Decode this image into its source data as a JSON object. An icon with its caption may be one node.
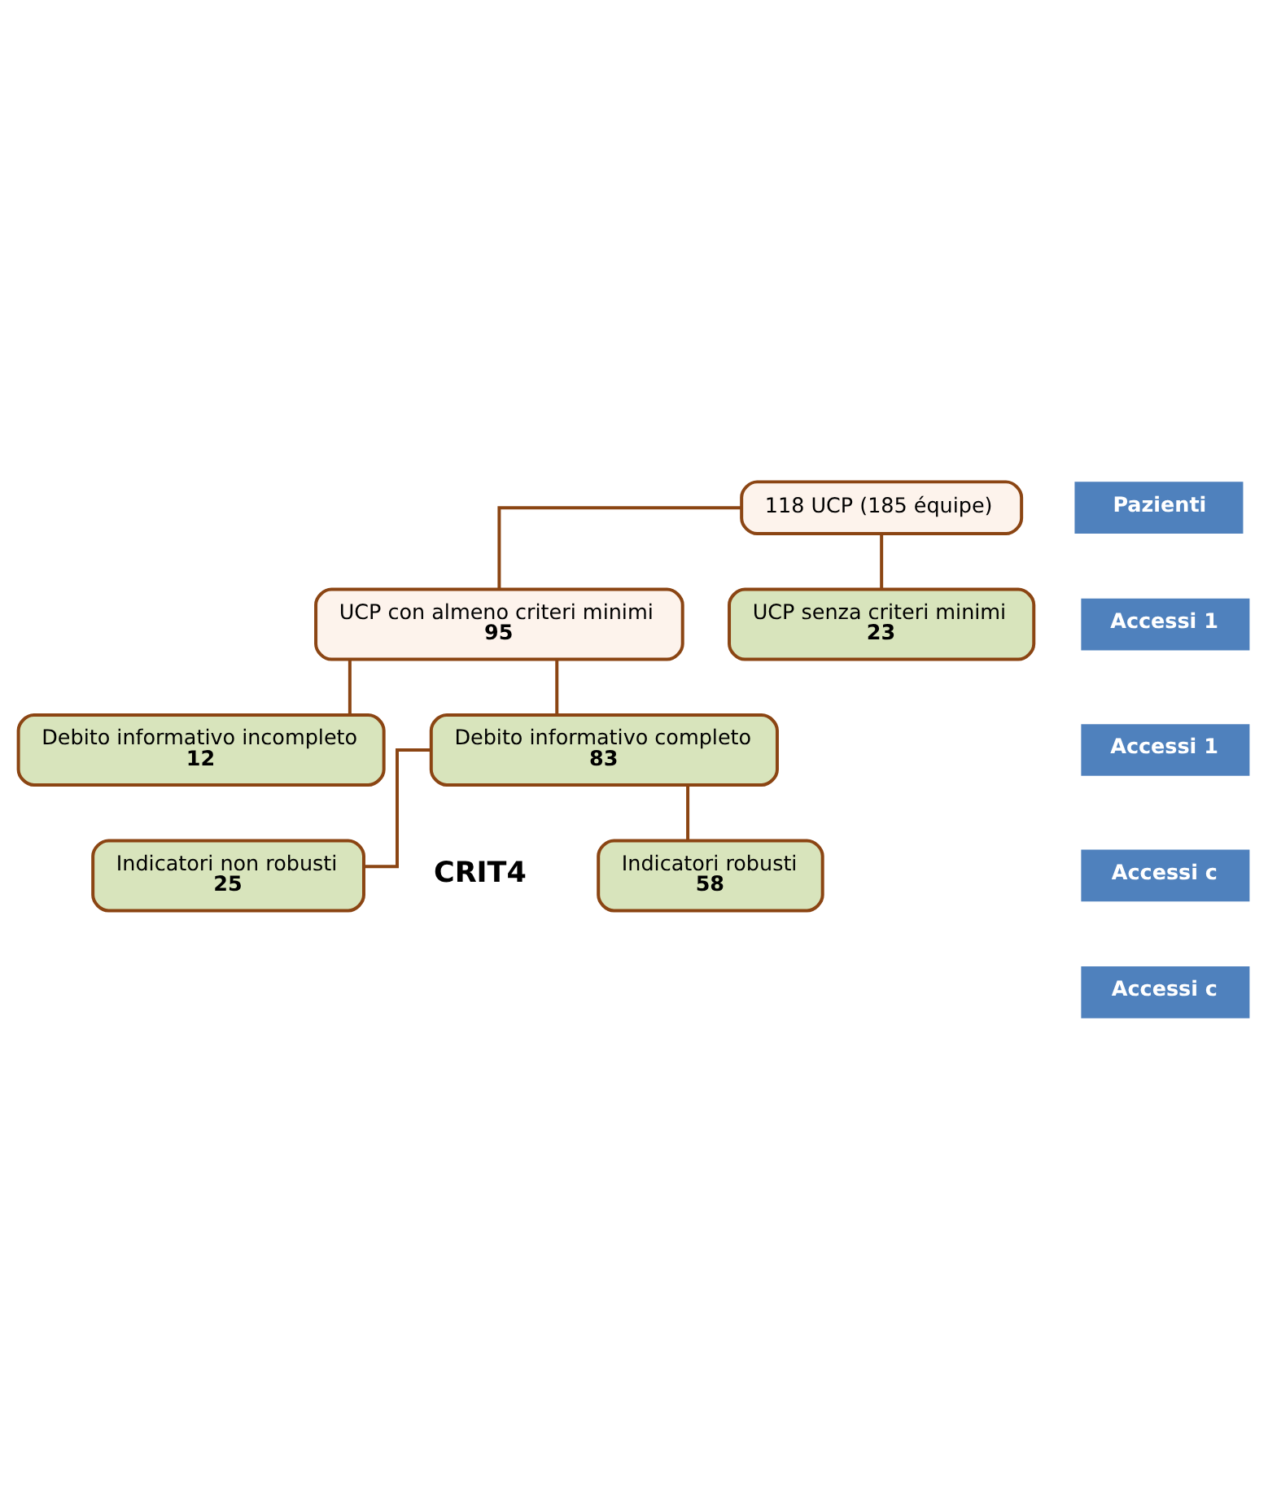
{
  "diagram": {
    "nodes": [
      {
        "text": [
          "118 UCP (185 équipe)"
        ]
      },
      {
        "text": [
          "UCP con almeno criteri minimi",
          "95"
        ]
      },
      {
        "text": [
          "UCP senza criteri minimi",
          "23"
        ]
      },
      {
        "text": [
          "Debito informativo incompleto",
          "12"
        ]
      },
      {
        "text": [
          "Debito informativo completo",
          "83"
        ]
      },
      {
        "text": [
          "Indicatori non robusti",
          "25"
        ]
      },
      {
        "text": [
          "Indicatori robusti",
          "58"
        ]
      }
    ],
    "edges": [
      {
        "from": 0,
        "to": 1,
        "arrow": "none"
      },
      {
        "from": 0,
        "to": 2,
        "arrow": "none"
      },
      {
        "from": 1,
        "to": 3,
        "arrow": "none"
      },
      {
        "from": 1,
        "to": 4,
        "arrow": "none"
      },
      {
        "from": 4,
        "to": 5,
        "arrow": "none"
      },
      {
        "from": 4,
        "to": 6,
        "arrow": "none"
      }
    ],
    "labels": [
      "Pazienti",
      "Accessi 1",
      "Accessi 1",
      "Accessi c",
      "Accessi c",
      "CRIT4"
    ]
  }
}
